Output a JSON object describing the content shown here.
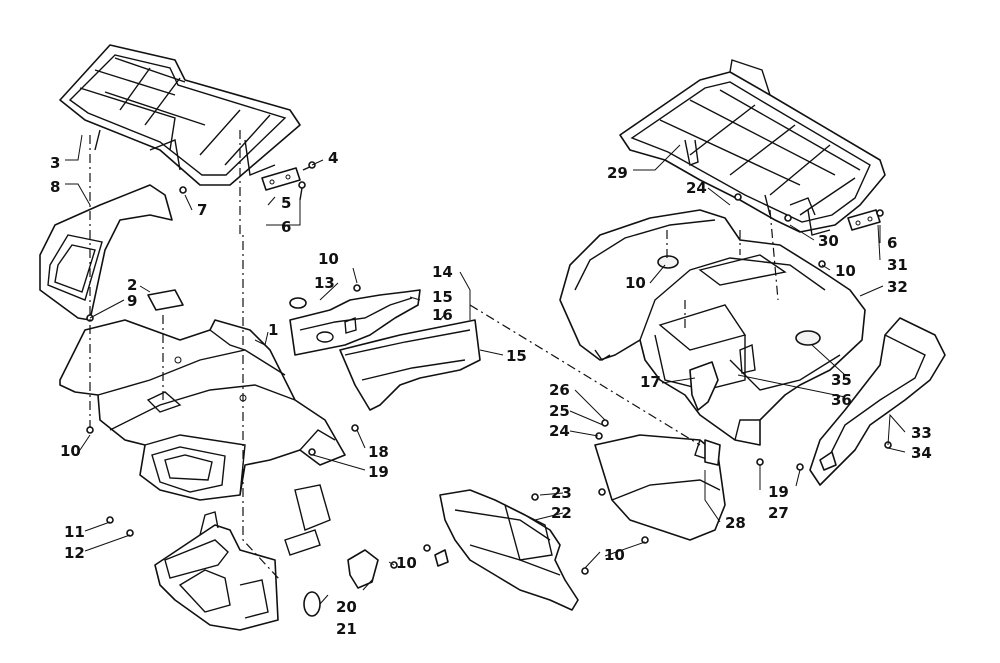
{
  "labels": [
    "1",
    "2",
    "3",
    "4",
    "5",
    "6",
    "6",
    "7",
    "8",
    "9",
    "10",
    "10",
    "10",
    "10",
    "10",
    "10",
    "11",
    "12",
    "13",
    "14",
    "15",
    "15",
    "16",
    "17",
    "18",
    "19",
    "19",
    "20",
    "21",
    "22",
    "23",
    "24",
    "24",
    "25",
    "26",
    "27",
    "28",
    "29",
    "30",
    "31",
    "32",
    "33",
    "34",
    "35",
    "36"
  ]
}
